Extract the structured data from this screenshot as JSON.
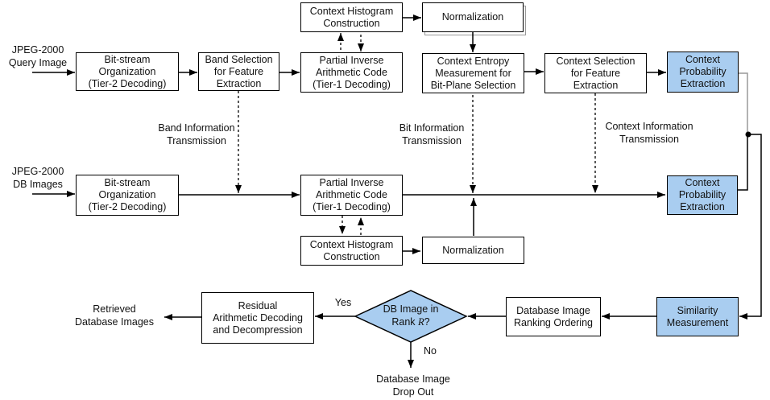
{
  "colors": {
    "highlight": "#A9CDF0",
    "line": "#000000",
    "shadow": "#999999",
    "background": "#FFFFFF"
  },
  "inputs": {
    "query": "JPEG-2000\nQuery Image",
    "db": "JPEG-2000\nDB Images"
  },
  "boxes": {
    "bitstream_org_query": "Bit-stream\nOrganization\n(Tier-2 Decoding)",
    "band_selection": "Band Selection\nfor Feature\nExtraction",
    "partial_inverse_query": "Partial Inverse\nArithmetic Code\n(Tier-1 Decoding)",
    "context_histogram_query": "Context Histogram\nConstruction",
    "normalization_query": "Normalization",
    "context_entropy": "Context Entropy\nMeasurement for\nBit-Plane Selection",
    "context_selection": "Context Selection\nfor Feature\nExtraction",
    "context_prob_query": "Context\nProbability\nExtraction",
    "bitstream_org_db": "Bit-stream\nOrganization\n(Tier-2 Decoding)",
    "partial_inverse_db": "Partial Inverse\nArithmetic Code\n(Tier-1 Decoding)",
    "context_histogram_db": "Context Histogram\nConstruction",
    "normalization_db": "Normalization",
    "context_prob_db": "Context\nProbability\nExtraction",
    "similarity": "Similarity\nMeasurement",
    "db_ranking": "Database Image\nRanking Ordering",
    "residual": "Residual\nArithmetic Decoding\nand Decompression"
  },
  "transmission_labels": {
    "band": "Band Information\nTransmission",
    "bit": "Bit Information\nTransmission",
    "context": "Context Information\nTransmission"
  },
  "decision": {
    "line1": "DB Image in",
    "rank_prefix": "Rank ",
    "rank_var": "R",
    "rank_suffix": "?",
    "yes": "Yes",
    "no": "No"
  },
  "outputs": {
    "retrieved": "Retrieved\nDatabase Images",
    "drop_out": "Database Image\nDrop Out"
  }
}
